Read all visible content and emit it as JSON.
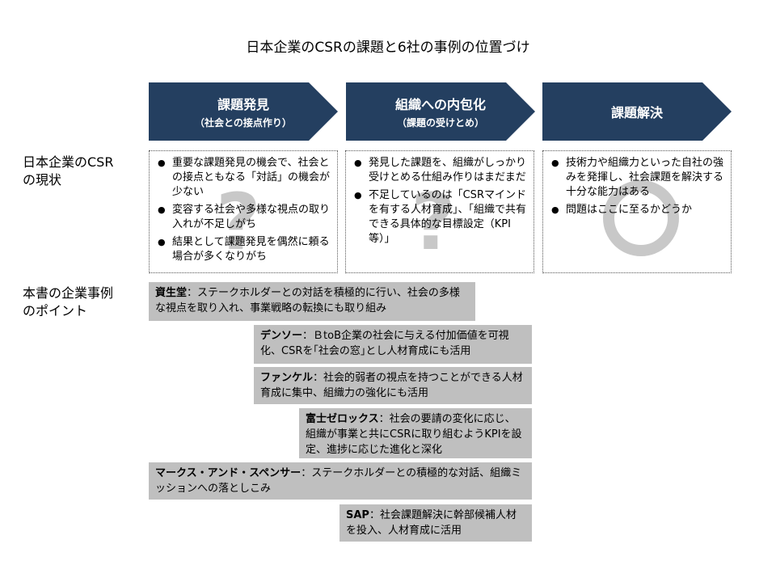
{
  "title": "日本企業のCSRの課題と6社の事例の位置づけ",
  "stages": [
    {
      "main": "課題発見",
      "sub": "（社会との接点作り）"
    },
    {
      "main": "組織への内包化",
      "sub": "（課題の受けとめ）"
    },
    {
      "main": "課題解決",
      "sub": ""
    }
  ],
  "row_labels": {
    "current_line1": "日本企業のCSR",
    "current_line2": "の現状",
    "cases_line1": "本書の企業事例",
    "cases_line2": "のポイント"
  },
  "status_boxes": [
    {
      "items": [
        "重要な課題発見の機会で、社会との接点ともなる「対話」の機会が少ない",
        "変容する社会や多様な視点の取り入れが不足しがち",
        "結果として課題発見を偶然に頼る場合が多くなりがち"
      ],
      "mark": "?"
    },
    {
      "items": [
        "発見した課題を、組織がしっかり受けとめる仕組み作りはまだまだ",
        "不足しているのは「CSRマインドを有する人材育成」、「組織で共有できる具体的な目標設定（KPI等）」"
      ],
      "mark": "?"
    },
    {
      "items": [
        "技術力や組織力といった自社の強みを発揮し、社会課題を解決する十分な能力はある",
        "問題はここに至るかどうか"
      ],
      "mark": "○"
    }
  ],
  "cases": [
    {
      "company": "資生堂",
      "sep": "：",
      "text": "ステークホルダーとの対話を積極的に行い、社会の多様な視点を取り入れ、事業戦略の転換にも取り組み"
    },
    {
      "company": "デンソー",
      "sep": "：",
      "text": "ＢtoB企業の社会に与える付加価値を可視化、CSRを｢社会の窓｣とし人材育成にも活用"
    },
    {
      "company": "ファンケル",
      "sep": "：",
      "text": "社会的弱者の視点を持つことができる人材育成に集中、組織力の強化にも活用"
    },
    {
      "company": "富士ゼロックス",
      "sep": "：",
      "text": "社会の要請の変化に応じ、組織が事業と共にCSRに取り組むようKPIを設定、進捗に応じた進化と深化"
    },
    {
      "company": "マークス・アンド・スペンサー",
      "sep": "：",
      "text": "ステークホルダーとの積極的な対話、組織ミッションへの落としこみ"
    },
    {
      "company": "SAP",
      "sep": "：",
      "text": "社会課題解決に幹部候補人材を投入、人材育成に活用"
    }
  ],
  "colors": {
    "arrow": "#243f60",
    "case_bg": "#bfbfbf",
    "mark": "#c8c8c8"
  }
}
